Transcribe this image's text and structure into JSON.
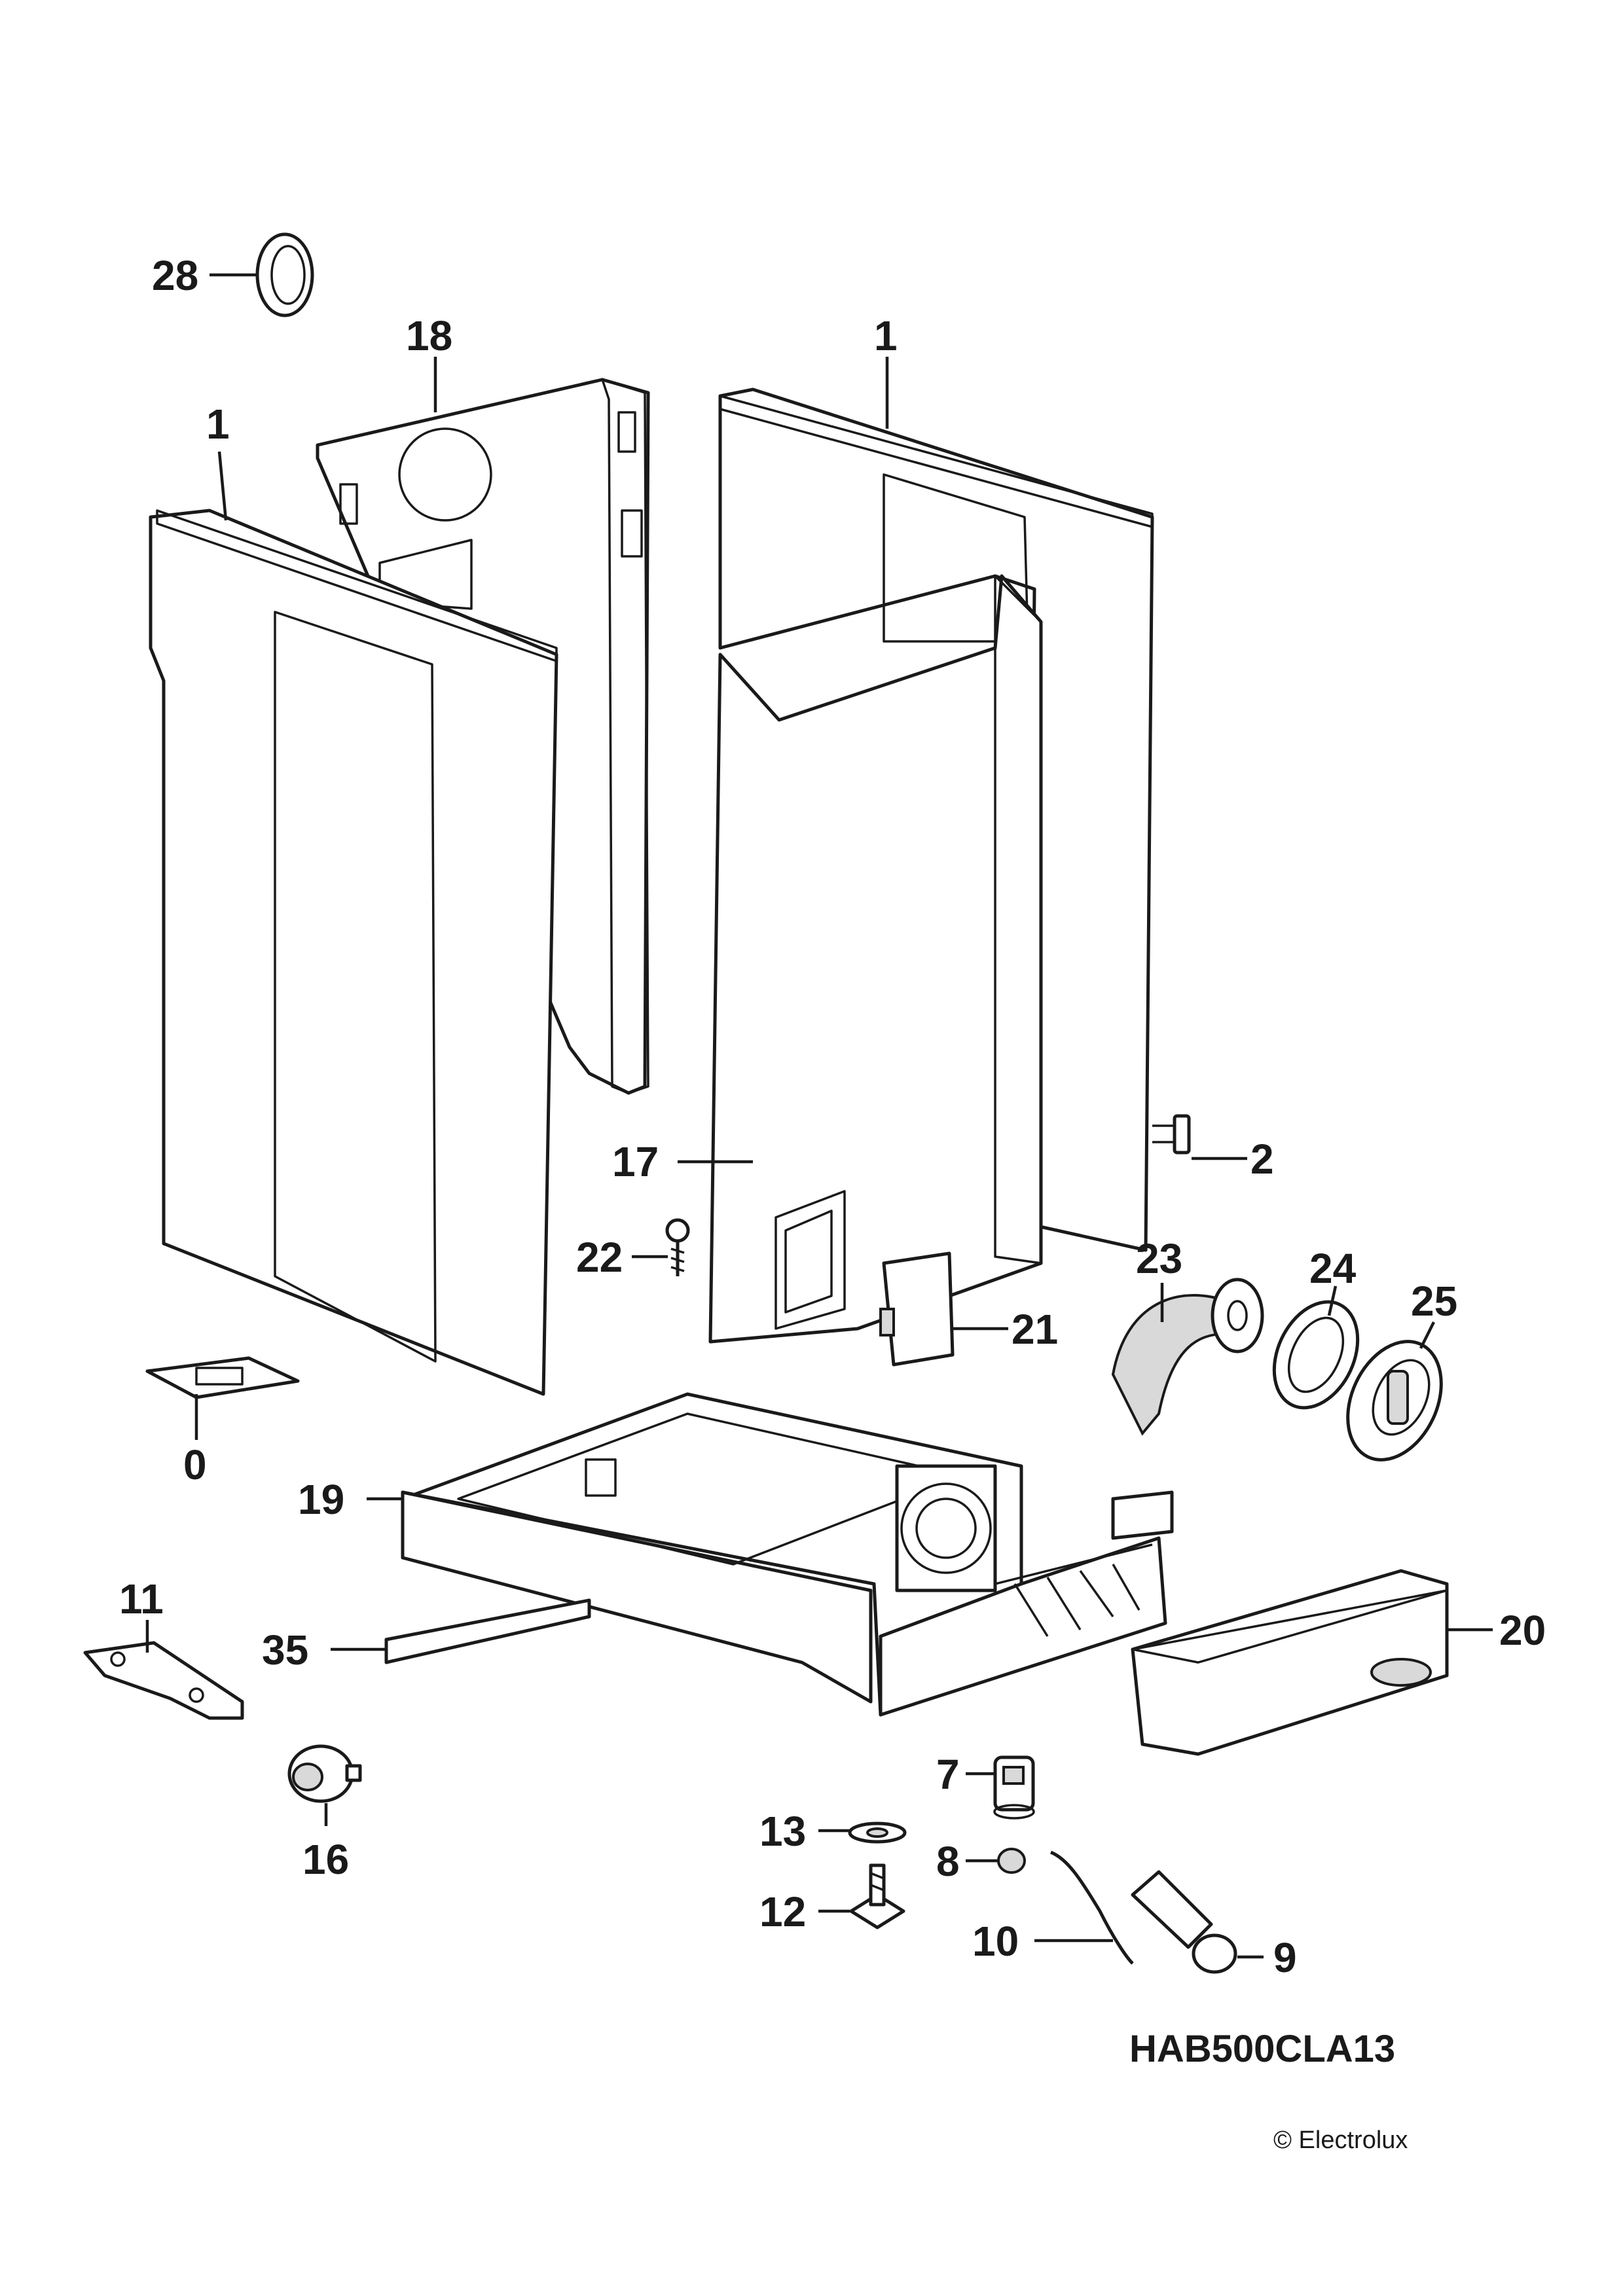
{
  "diagram": {
    "drawing_code": "HAB500CLA13",
    "copyright": "© Electrolux",
    "callouts": {
      "p28": "28",
      "p18": "18",
      "p1_left": "1",
      "p1_right": "1",
      "p2": "2",
      "p17": "17",
      "p22": "22",
      "p21": "21",
      "p23": "23",
      "p24": "24",
      "p25": "25",
      "p0": "0",
      "p19": "19",
      "p20": "20",
      "p11": "11",
      "p35": "35",
      "p16": "16",
      "p7": "7",
      "p13": "13",
      "p8": "8",
      "p12": "12",
      "p10": "10",
      "p9": "9"
    }
  }
}
